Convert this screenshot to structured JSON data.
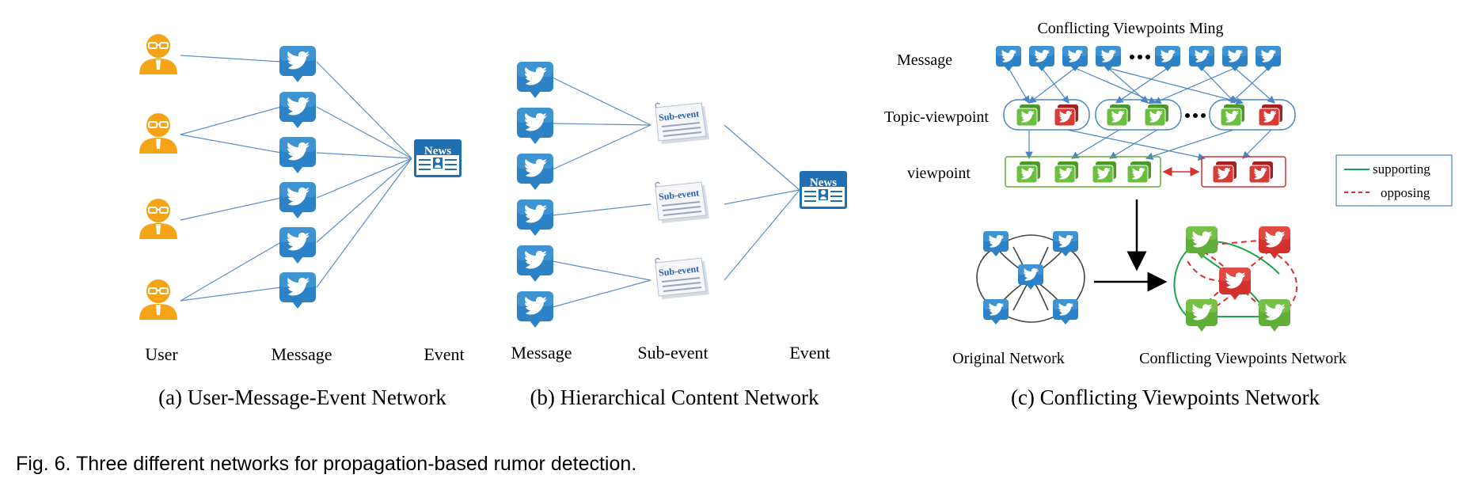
{
  "panel_a": {
    "labels": {
      "user": "User",
      "message": "Message",
      "event": "Event"
    },
    "news_badge": "News",
    "caption": "(a)  User-Message-Event Network"
  },
  "panel_b": {
    "labels": {
      "message": "Message",
      "subevent": "Sub-event",
      "event": "Event"
    },
    "subevent_text": "Sub-event",
    "news_badge": "News",
    "caption": "(b)  Hierarchical Content Network"
  },
  "panel_c": {
    "title": "Conflicting Viewpoints Ming",
    "row_labels": {
      "message": "Message",
      "topic_viewpoint": "Topic-viewpoint",
      "viewpoint": "viewpoint"
    },
    "legend": {
      "supporting": "supporting",
      "opposing": "opposing"
    },
    "network_labels": {
      "original": "Original Network",
      "conflicting": "Conflicting Viewpoints Network"
    },
    "caption": "(c)  Conflicting Viewpoints Network",
    "colors": {
      "support": "#5fae37",
      "oppose": "#d3302e",
      "tweet": "#2d85c8"
    }
  },
  "figure_caption": "Fig. 6. Three different networks for propagation-based rumor detection."
}
